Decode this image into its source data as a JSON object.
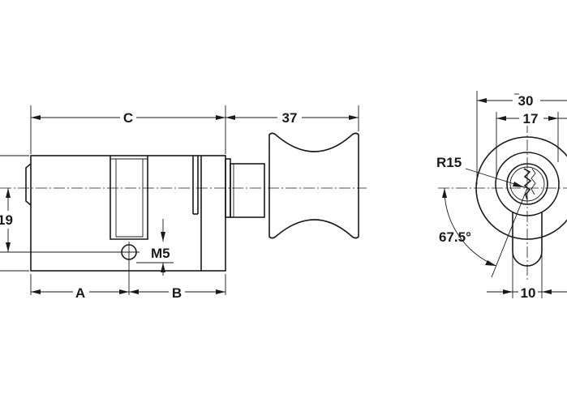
{
  "side_view": {
    "dim_c": "C",
    "dim_37": "37",
    "dim_19": "19",
    "dim_m5": "M5",
    "dim_a": "A",
    "dim_b": "B"
  },
  "front_view": {
    "dim_30": "30",
    "dim_17": "17",
    "dim_r15": "R15",
    "dim_angle": "67.5°",
    "dim_10": "10"
  },
  "colors": {
    "line": "#1a1a1a",
    "background": "#ffffff"
  }
}
